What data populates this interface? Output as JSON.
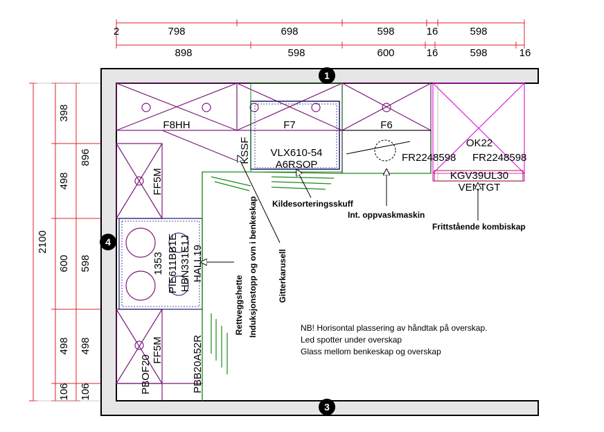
{
  "dimensions": {
    "top_row1": [
      "2",
      "798",
      "698",
      "598",
      "16",
      "598"
    ],
    "top_row2": [
      "898",
      "598",
      "600",
      "16",
      "598",
      "16"
    ],
    "left_total": "2100",
    "left_outer": [
      "398",
      "498",
      "600",
      "498",
      "106"
    ],
    "left_inner": [
      "896",
      "498",
      "598",
      "498",
      "106"
    ]
  },
  "wall_markers": [
    "1",
    "4",
    "3"
  ],
  "cabinets": {
    "f8hh": "F8HH",
    "f7": "F7",
    "f6": "F6",
    "kssf": "KSSF",
    "vlx_line1": "VLX610-54",
    "vlx_line2": "A6RSOP",
    "fr_left": "FR2248598",
    "fr_right": "FR2248598",
    "ok22": "OK22",
    "kgv": "KGV39UL30",
    "ventgt": "VENTGT",
    "ff5m_upper": "FF5M",
    "ff5m_lower": "FF5M",
    "pbof20": "PBOF20",
    "pbb20": "PBB20A52R",
    "cooktop_1": "1353",
    "cooktop_2": "PIE611BB1E",
    "cooktop_3": "HBN331E1J",
    "cooktop_4": "HALL19"
  },
  "callouts": {
    "kildesortering": "Kildesorteringsskuff",
    "oppvask": "Int. oppvaskmaskin",
    "kombiskap": "Frittstående kombiskap",
    "gitterkarusell": "Gitterkarusell",
    "induksjon": "Induksjonstopp og ovn i benkeskap",
    "rettvegg": "Rettveggshette"
  },
  "notes": [
    "NB! Horisontal plassering av håndtak på overskap.",
    "Led spotter under overskap",
    "Glass mellom benkeskap og overskap"
  ],
  "colors": {
    "dimension": "#e0202a",
    "cabinet": "#7a1a7a",
    "appliance": "#e020e0",
    "counter": "#1a8a1a",
    "wall_fill": "#e6e6e6",
    "navy": "#1a1a6a"
  }
}
